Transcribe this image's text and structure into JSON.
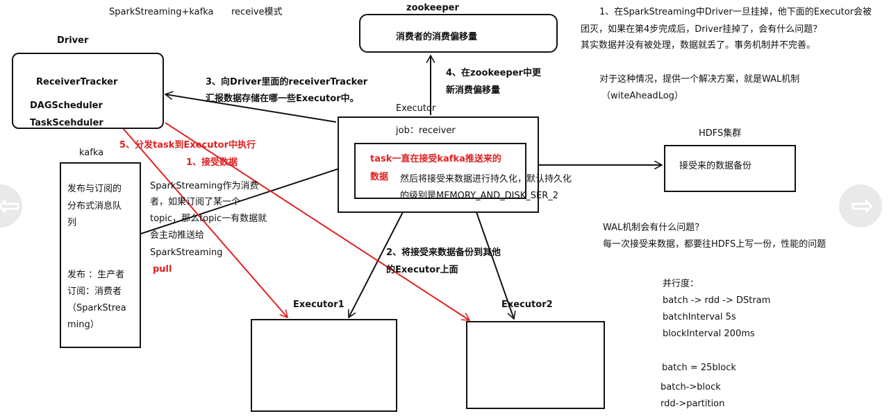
{
  "header": {
    "title": "SparkStreaming+kafka",
    "mode": "receive模式"
  },
  "driver": {
    "label": "Driver",
    "components": [
      "ReceiverTracker",
      "DAGScheduler",
      "TaskScehduler"
    ]
  },
  "zookeeper": {
    "label": "zookeeper",
    "content": "消费者的消费偏移量"
  },
  "executor": {
    "label": "Executor",
    "job": "job：receiver",
    "task_text": [
      "task一直在接受kafka推送来的",
      "数据"
    ],
    "persist_text": [
      "然后将接受来数据进行持久化，默认持久化",
      "的级别是MEMORY_AND_DISK_SER_2"
    ]
  },
  "executor1": {
    "label": "Executor1"
  },
  "executor2": {
    "label": "Executor2"
  },
  "hdfs": {
    "label": "HDFS集群",
    "content": "接受来的数据备份"
  },
  "kafka": {
    "label": "kafka",
    "lines": [
      "发布与订阅的",
      "分布式消息队",
      "列",
      "",
      "发布 ：生产者",
      "订阅：消费者",
      "（SparkStrea",
      "ming）"
    ]
  },
  "steps": {
    "s1": "1、接受数据",
    "s2": [
      "2、将接受来数据备份到其他",
      "的Executor上面"
    ],
    "s3": [
      "3、向Driver里面的receiverTracker",
      "汇报数据存储在哪一些Executor中。"
    ],
    "s4": [
      "4、在zookeeper中更",
      "新消费偏移量"
    ],
    "s5": "5、分发task到Executor中执行"
  },
  "push_note": {
    "lines": [
      "SparkStreaming作为消费",
      "者，如果订阅了某一个",
      "topic，那么topic一有数据就",
      "会主动推送给",
      "SparkStreaming"
    ],
    "pull": "pull"
  },
  "notes": {
    "driver_failure": [
      "1、在SparkStreaming中Driver一旦挂掉，他下面的Executor会被",
      "团灭，如果在第4步完成后，Driver挂掉了，会有什么问题？",
      "其实数据并没有被处理，数据就丢了。事务机制并不完善。"
    ],
    "wal": [
      "对于这种情况，提供一个解决方案，就是WAL机制",
      "（witeAheadLog）"
    ],
    "wal_problem": [
      "WAL机制会有什么问题？",
      "每一次接受来数据，都要往HDFS上写一份，性能的问题"
    ],
    "parallelism": [
      "并行度：",
      "batch -> rdd -> DStram",
      "batchInterval 5s",
      "blockInterval  200ms",
      "",
      "batch = 25block",
      "batch->block",
      "rdd->partition"
    ]
  },
  "nav": {
    "prev": "⇦",
    "next": "⇨"
  }
}
